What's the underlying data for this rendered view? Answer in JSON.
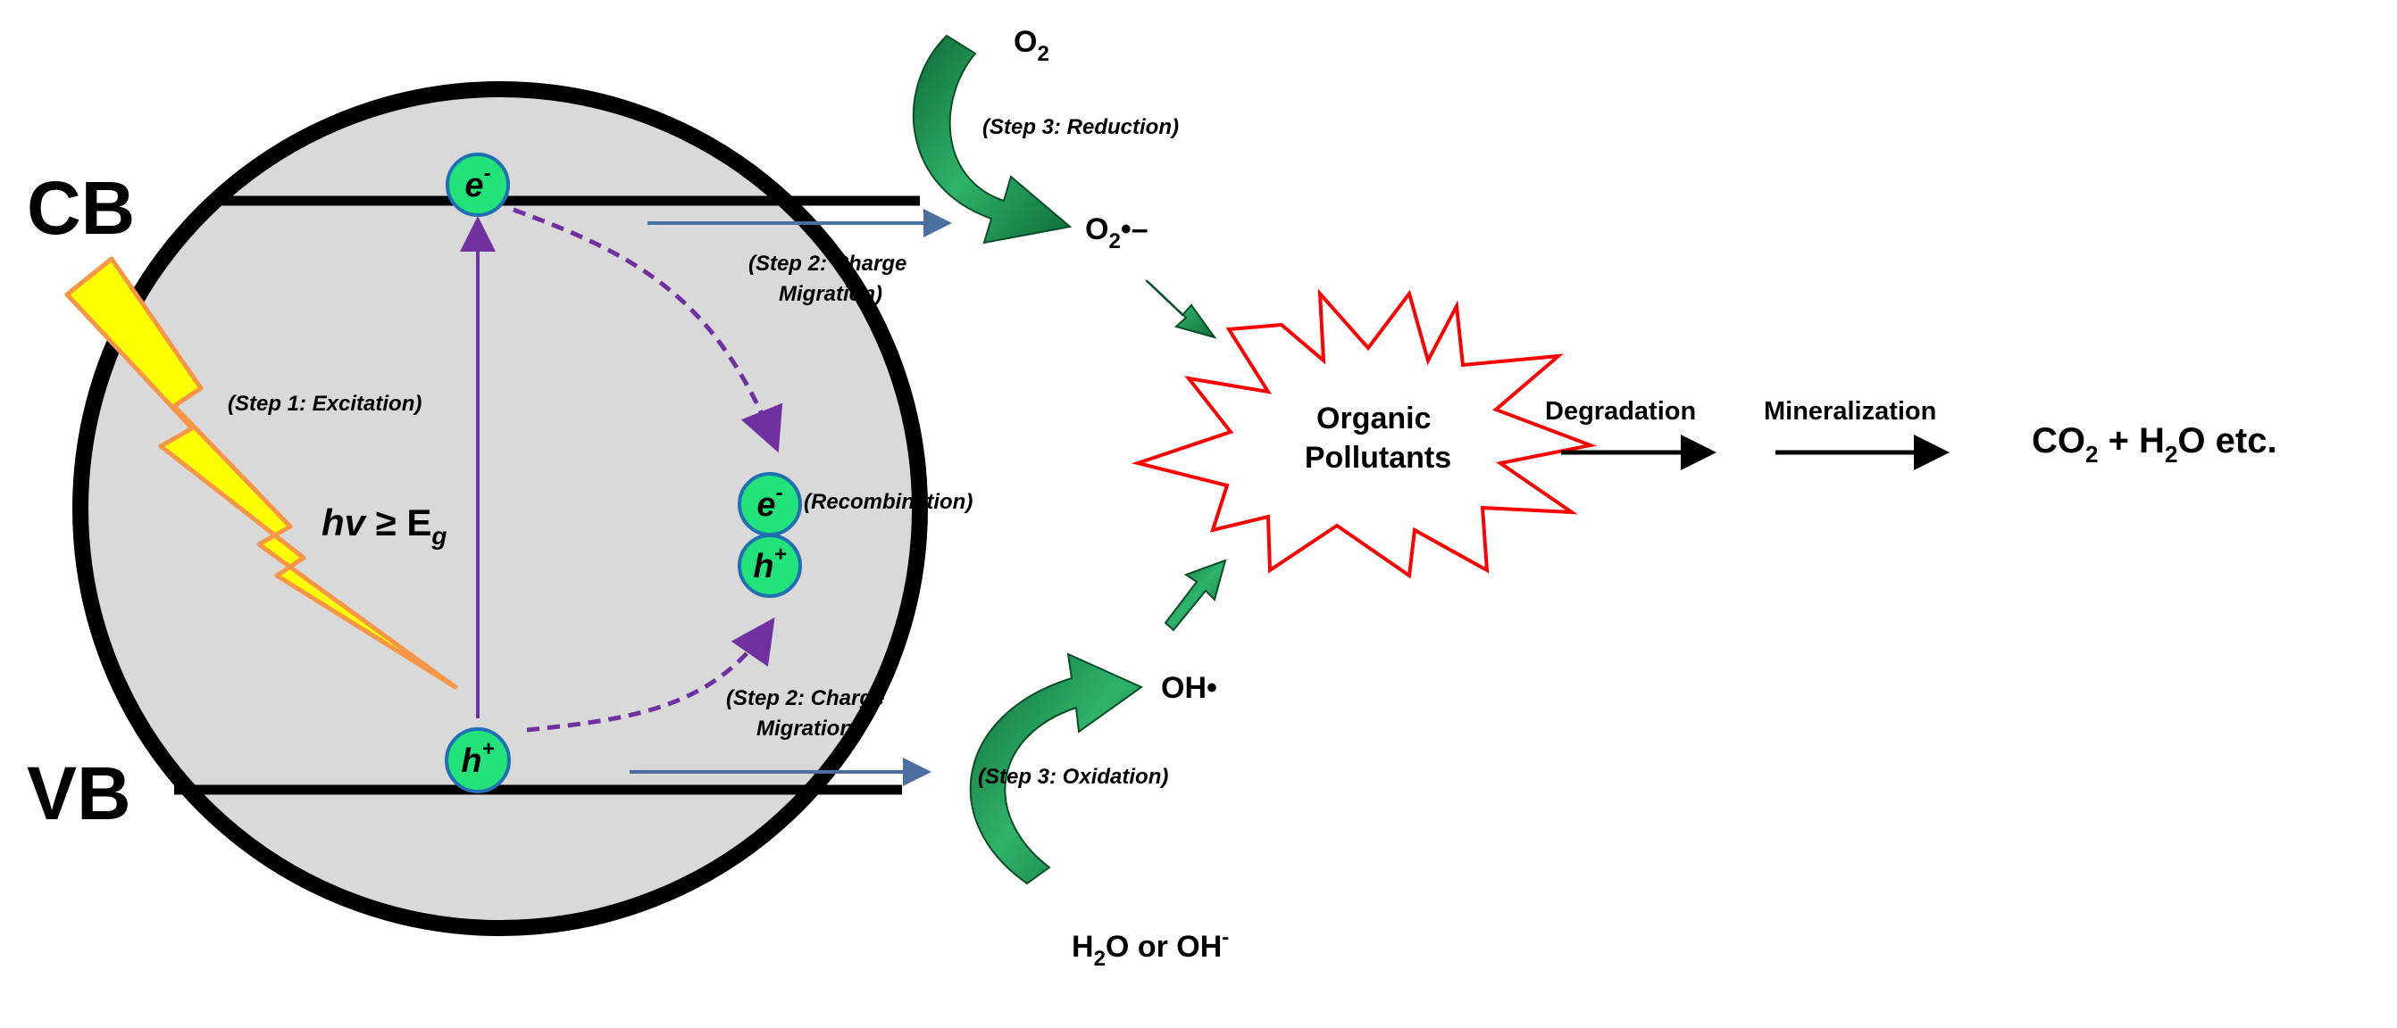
{
  "bands": {
    "cb": "CB",
    "vb": "VB"
  },
  "photon": {
    "hv": "hv",
    "ge": " ≥ E",
    "g": "g"
  },
  "carriers": {
    "electron": "e",
    "electron_sup": "-",
    "hole": "h",
    "hole_sup": "+"
  },
  "steps": {
    "excitation": "(Step 1: Excitation)",
    "migration_l1": "(Step 2: Charge",
    "migration_l2": "Migration)",
    "recombination": "(Recombination)",
    "reduction": "(Step 3: Reduction)",
    "oxidation": "(Step 3: Oxidation)"
  },
  "species": {
    "o2": "O",
    "o2_sub": "2",
    "o2_radical": "O",
    "o2_radical_sub": "2",
    "o2_radical_mark": "•–",
    "oh_radical": "OH•",
    "water": "H",
    "water_sub": "2",
    "water_rest": "O or OH",
    "water_sup": "-"
  },
  "pollutant": {
    "line1": "Organic",
    "line2": "Pollutants"
  },
  "process": {
    "degradation": "Degradation",
    "mineralization": "Mineralization"
  },
  "products": {
    "co2": "CO",
    "co2_sub": "2",
    "mid": " + H",
    "h2o_sub": "2",
    "rest": "O etc."
  },
  "colors": {
    "particle_fill": "#d9d9d9",
    "outline": "#000000",
    "carrier_fill": "#21e37a",
    "carrier_stroke": "#1f6fb2",
    "purple": "#7030a0",
    "blue_arrow": "#4a6fa0",
    "green_arrow": "#1c8a4a",
    "star_stroke": "#ff0000",
    "bolt_fill": "#ffff00",
    "bolt_stroke": "#f79646"
  }
}
